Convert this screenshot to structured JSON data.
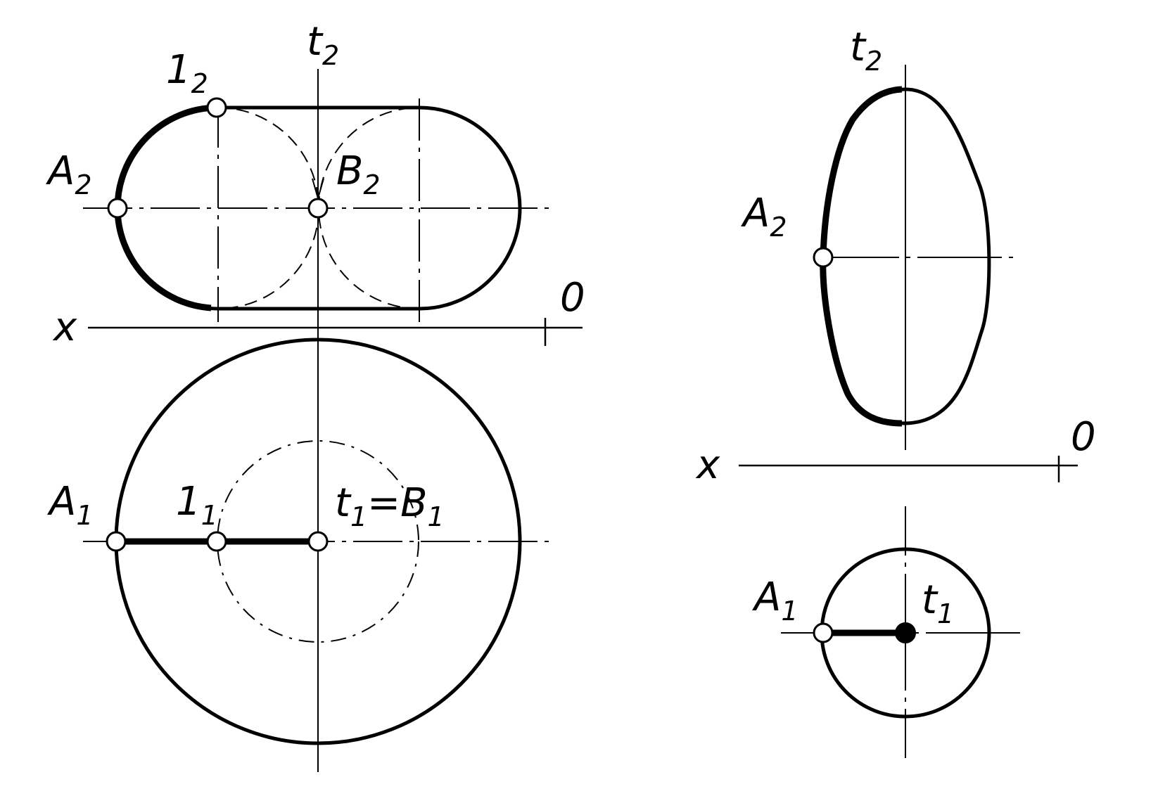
{
  "colors": {
    "ink": "#000000",
    "paper": "#ffffff"
  },
  "left_view": {
    "axis_x": "x",
    "axis_o": "0",
    "label_t2": {
      "main": "t",
      "sub": "2"
    },
    "label_12": {
      "main": "1",
      "sub": "2"
    },
    "label_A2": {
      "main": "A",
      "sub": "2"
    },
    "label_B2": {
      "main": "B",
      "sub": "2"
    },
    "label_A1": {
      "main": "A",
      "sub": "1"
    },
    "label_11": {
      "main": "1",
      "sub": "1"
    },
    "label_t1B1": {
      "t": "t",
      "t_sub": "1",
      "eq": "=",
      "b": "B",
      "b_sub": "1"
    }
  },
  "right_view": {
    "axis_x": "x",
    "axis_o": "0",
    "label_t2": {
      "main": "t",
      "sub": "2"
    },
    "label_A2": {
      "main": "A",
      "sub": "2"
    },
    "label_A1": {
      "main": "A",
      "sub": "1"
    },
    "label_t1": {
      "main": "t",
      "sub": "1"
    }
  }
}
